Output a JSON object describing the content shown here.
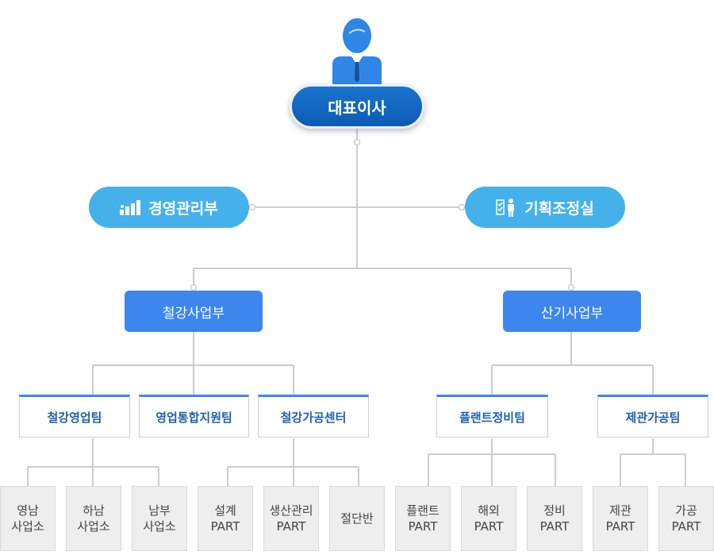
{
  "ceo": {
    "label": "대표이사",
    "icon": "person-avatar-icon"
  },
  "staff": [
    {
      "label": "경영관리부",
      "icon": "bar-chart-people-icon"
    },
    {
      "label": "기획조정실",
      "icon": "checklist-person-icon"
    }
  ],
  "divisions": [
    {
      "label": "철강사업부"
    },
    {
      "label": "산기사업부"
    }
  ],
  "teams": [
    {
      "label": "철강영업팀"
    },
    {
      "label": "영업통합지원팀"
    },
    {
      "label": "철강가공센터"
    },
    {
      "label": "플랜트정비팀"
    },
    {
      "label": "제관가공팀"
    }
  ],
  "parts": [
    {
      "label": "영남\n사업소"
    },
    {
      "label": "하남\n사업소"
    },
    {
      "label": "남부\n사업소"
    },
    {
      "label": "설계\nPART"
    },
    {
      "label": "생산관리\nPART"
    },
    {
      "label": "절단반"
    },
    {
      "label": "플랜트\nPART"
    },
    {
      "label": "해외\nPART"
    },
    {
      "label": "정비\nPART"
    },
    {
      "label": "제관\nPART"
    },
    {
      "label": "가공\nPART"
    }
  ],
  "colors": {
    "ceo": "#0d5bb3",
    "staff": "#45b1ea",
    "division": "#3d86ee",
    "line": "#cccccc"
  }
}
